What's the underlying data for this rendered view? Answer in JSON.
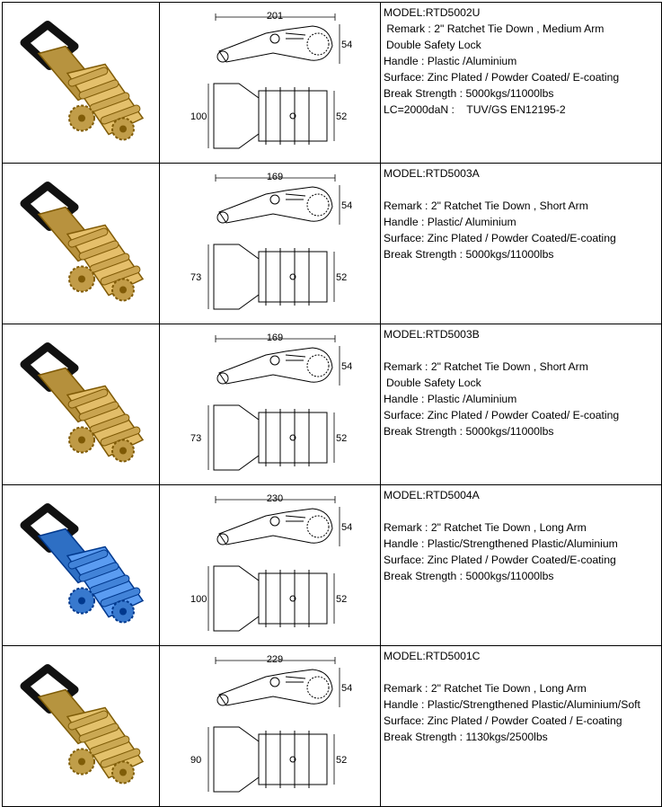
{
  "products": [
    {
      "photo_icon": "ratchet-buckle-photo",
      "buckle_color": "#b7933f",
      "handle_color": "#111111",
      "dims": {
        "length": "201",
        "height": "54",
        "width": "100",
        "web": "52"
      },
      "model": "MODEL:RTD5002U",
      "lines": [
        {
          "text": " Remark : 2\" Ratchet Tie Down , Medium Arm",
          "indent": false
        },
        {
          "text": "Double Safety Lock",
          "indent": true
        },
        {
          "text": "Handle : Plastic /Aluminium",
          "indent": false
        },
        {
          "text": "Surface: Zinc Plated / Powder Coated/ E-coating",
          "indent": false
        },
        {
          "text": "Break Strength : 5000kgs/11000lbs",
          "indent": false
        },
        {
          "text": "LC=2000daN :    TUV/GS EN12195-2",
          "indent": false
        }
      ]
    },
    {
      "photo_icon": "ratchet-buckle-photo",
      "buckle_color": "#b8923e",
      "handle_color": "#111111",
      "dims": {
        "length": "169",
        "height": "54",
        "width": "73",
        "web": "52"
      },
      "model": "MODEL:RTD5003A",
      "lines": [
        {
          "text": "",
          "indent": false
        },
        {
          "text": "Remark : 2\" Ratchet Tie Down , Short Arm",
          "indent": false
        },
        {
          "text": "Handle : Plastic/ Aluminium",
          "indent": false
        },
        {
          "text": "Surface: Zinc Plated / Powder Coated/E-coating",
          "indent": false
        },
        {
          "text": "Break Strength : 5000kgs/11000lbs",
          "indent": false
        }
      ]
    },
    {
      "photo_icon": "ratchet-buckle-photo",
      "buckle_color": "#b5903c",
      "handle_color": "#111111",
      "dims": {
        "length": "169",
        "height": "54",
        "width": "73",
        "web": "52"
      },
      "model": "MODEL:RTD5003B",
      "lines": [
        {
          "text": "",
          "indent": false
        },
        {
          "text": "Remark : 2\" Ratchet Tie Down , Short Arm",
          "indent": false
        },
        {
          "text": "Double Safety Lock",
          "indent": true
        },
        {
          "text": "Handle : Plastic /Aluminium",
          "indent": false
        },
        {
          "text": "Surface: Zinc Plated / Powder Coated/ E-coating",
          "indent": false
        },
        {
          "text": "Break Strength : 5000kgs/11000lbs",
          "indent": false
        }
      ]
    },
    {
      "photo_icon": "ratchet-buckle-photo",
      "buckle_color": "#2e6fc4",
      "handle_color": "#111111",
      "dims": {
        "length": "230",
        "height": "54",
        "width": "100",
        "web": "52"
      },
      "model": "MODEL:RTD5004A",
      "lines": [
        {
          "text": "",
          "indent": false
        },
        {
          "text": "Remark : 2\" Ratchet Tie Down , Long Arm",
          "indent": false
        },
        {
          "text": "Handle : Plastic/Strengthened Plastic/Aluminium",
          "indent": false
        },
        {
          "text": "Surface: Zinc Plated / Powder Coated/E-coating",
          "indent": false
        },
        {
          "text": "Break Strength : 5000kgs/11000lbs",
          "indent": false
        }
      ]
    },
    {
      "photo_icon": "ratchet-buckle-photo",
      "buckle_color": "#b6943f",
      "handle_color": "#111111",
      "dims": {
        "length": "229",
        "height": "54",
        "width": "90",
        "web": "52"
      },
      "model": "MODEL:RTD5001C",
      "lines": [
        {
          "text": "",
          "indent": false
        },
        {
          "text": "Remark : 2\" Ratchet Tie Down , Long Arm",
          "indent": false
        },
        {
          "text": "Handle : Plastic/Strengthened Plastic/Aluminium/Soft",
          "indent": false
        },
        {
          "text": "Surface: Zinc Plated / Powder Coated / E-coating",
          "indent": false
        },
        {
          "text": "Break Strength : 1130kgs/2500lbs",
          "indent": false
        }
      ]
    }
  ]
}
